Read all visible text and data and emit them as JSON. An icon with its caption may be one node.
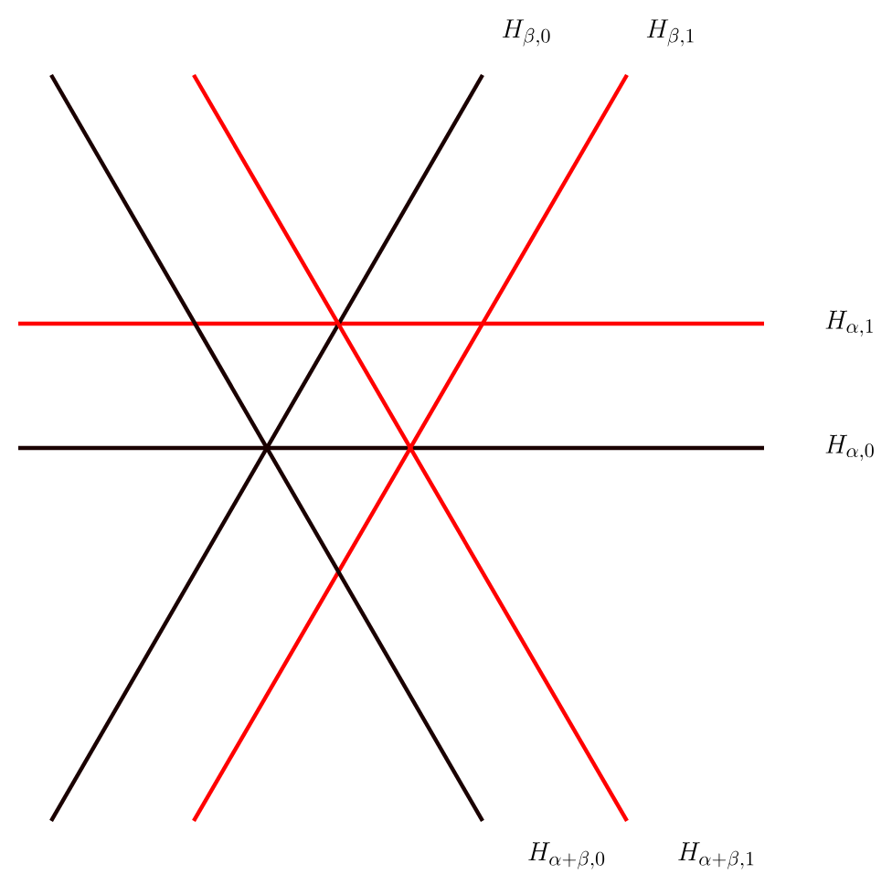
{
  "diagram": {
    "labels": [
      "H_{\\beta,0}",
      "H_{\\beta,1}",
      "H_{\\alpha,1}",
      "H_{\\alpha,0}",
      "H_{\\alpha+\\beta,0}",
      "H_{\\alpha+\\beta,1}"
    ]
  }
}
